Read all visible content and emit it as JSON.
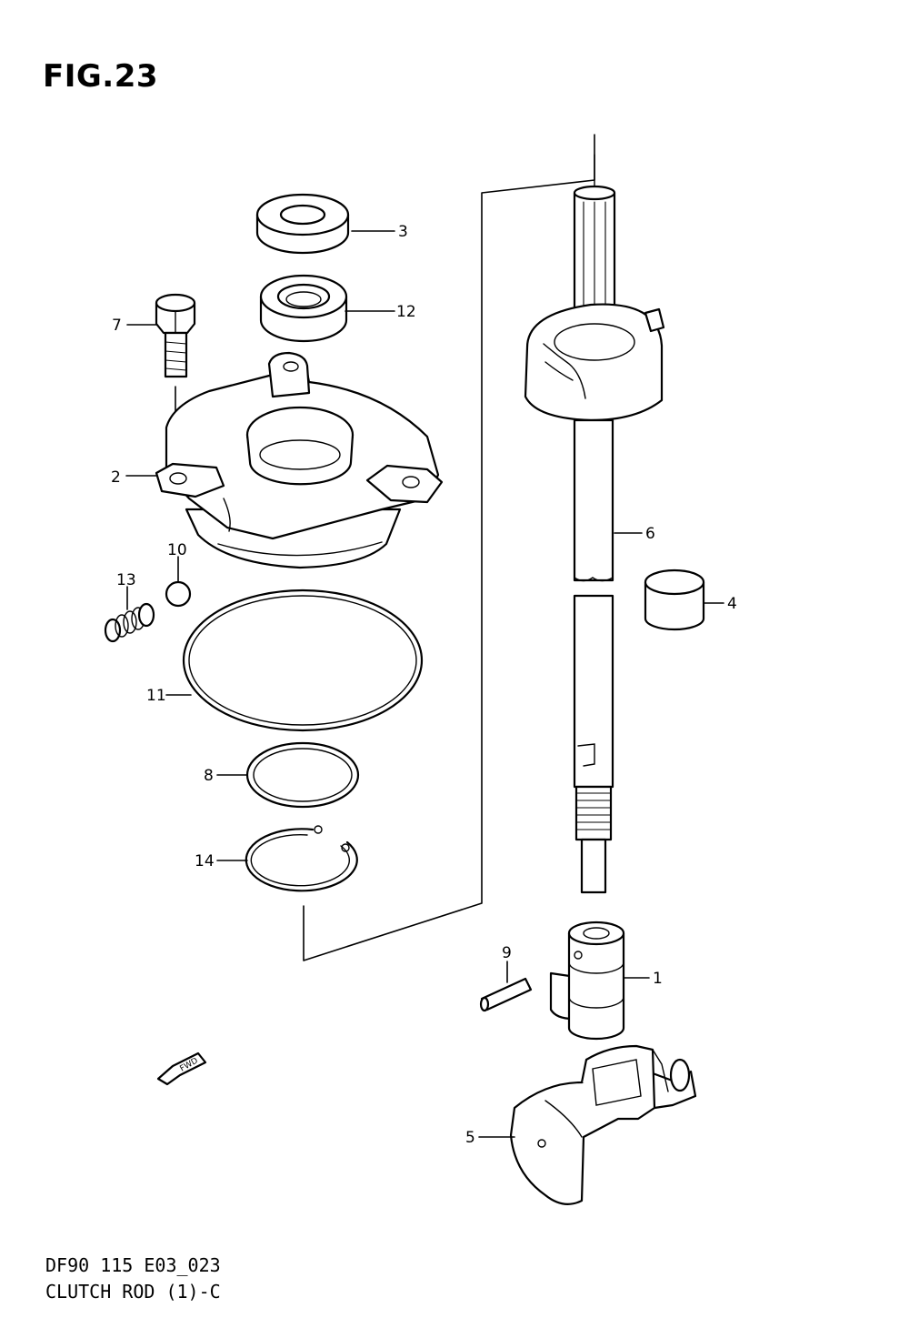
{
  "figure": {
    "title": "FIG.23",
    "code": "DF90 115 E03_023",
    "caption": "CLUTCH ROD (1)-C"
  },
  "fwd_label": "FWD",
  "callouts": [
    {
      "id": "1",
      "label": "1"
    },
    {
      "id": "2",
      "label": "2"
    },
    {
      "id": "3",
      "label": "3"
    },
    {
      "id": "4",
      "label": "4"
    },
    {
      "id": "5",
      "label": "5"
    },
    {
      "id": "6",
      "label": "6"
    },
    {
      "id": "7",
      "label": "7"
    },
    {
      "id": "8",
      "label": "8"
    },
    {
      "id": "9",
      "label": "9"
    },
    {
      "id": "10",
      "label": "10"
    },
    {
      "id": "11",
      "label": "11"
    },
    {
      "id": "12",
      "label": "12"
    },
    {
      "id": "13",
      "label": "13"
    },
    {
      "id": "14",
      "label": "14"
    }
  ]
}
